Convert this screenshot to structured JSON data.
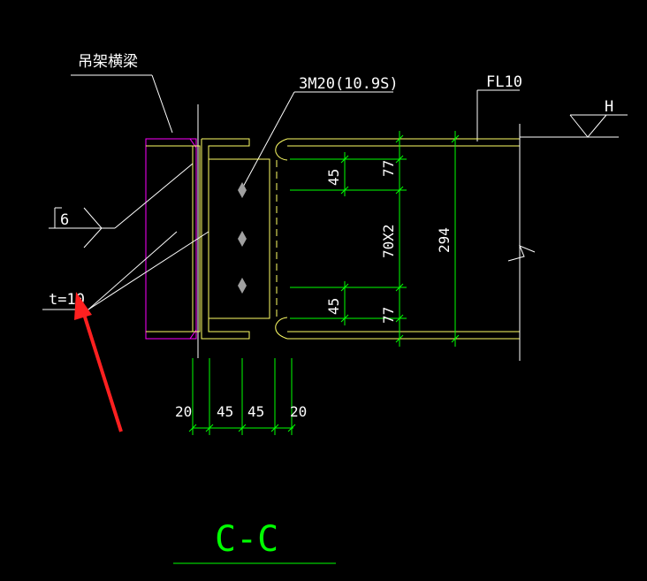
{
  "drawing": {
    "label_beam": "吊架横梁",
    "label_bolts": "3M20(10.9S)",
    "label_fl": "FL10",
    "label_h": "H",
    "label_weld": "6",
    "label_plate": "t=10",
    "section_title": "C-C",
    "dims_vertical": {
      "top_45": "45",
      "top_77": "77",
      "mid_70x2": "70X2",
      "total_294": "294",
      "bot_45": "45",
      "bot_77": "77"
    },
    "dims_horizontal": [
      "20",
      "45",
      "45",
      "20"
    ],
    "colors": {
      "yellow": "#ffff66",
      "green": "#00ff00",
      "white": "#ffffff",
      "magenta": "#ff00ff",
      "red": "#ff2020",
      "gray": "#a0a0a0"
    }
  }
}
